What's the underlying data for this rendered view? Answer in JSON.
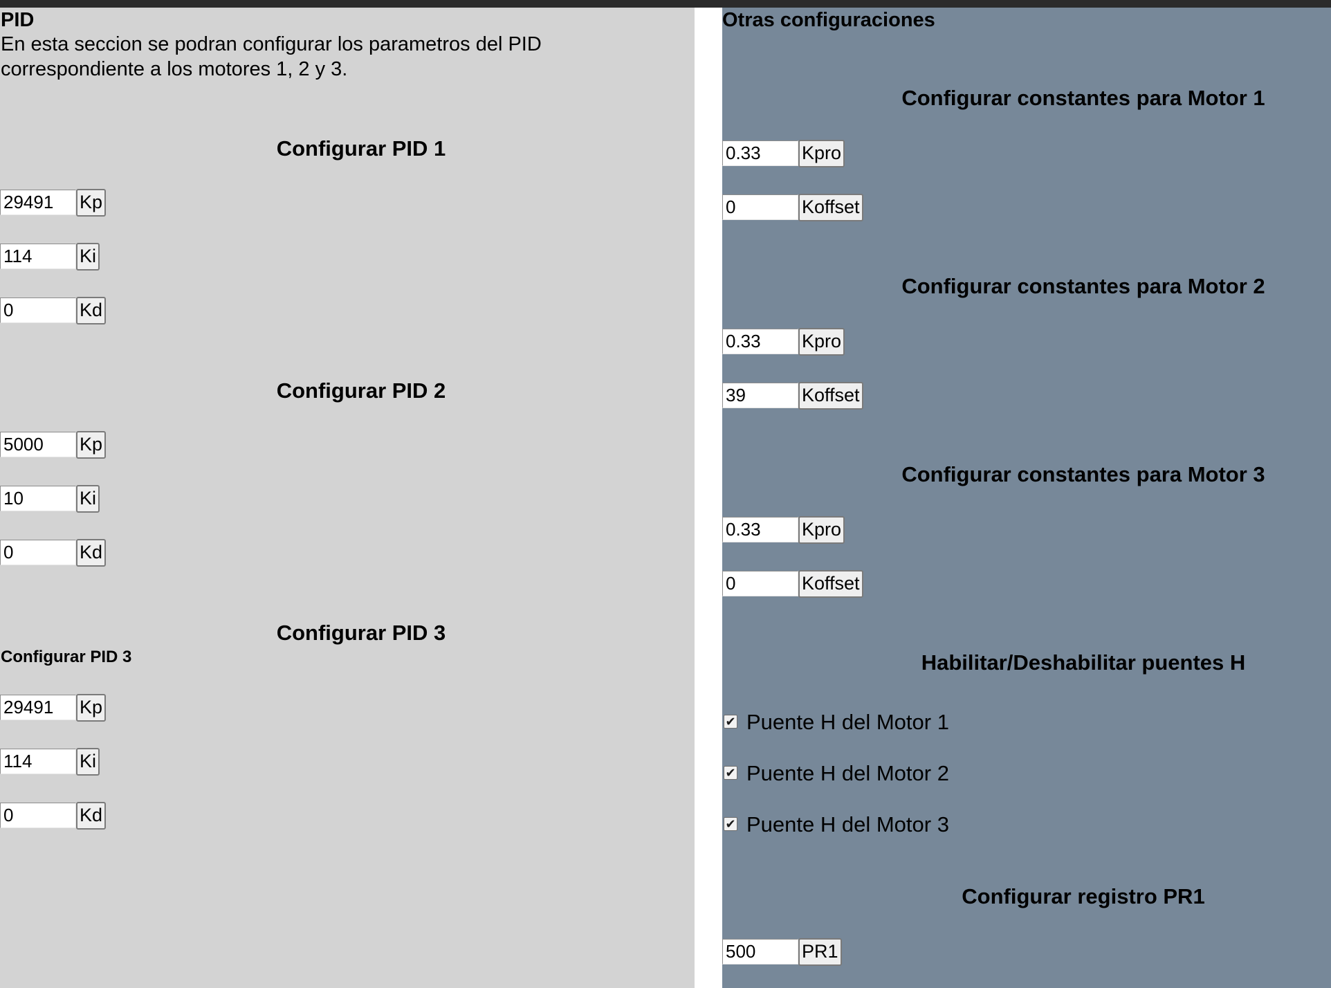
{
  "pid_section": {
    "title": "PID",
    "description": "En esta seccion se podran configurar los parametros del PID correspondiente a los motores 1, 2 y 3.",
    "pid1": {
      "heading": "Configurar PID 1",
      "kp": {
        "value": "29491",
        "label": "Kp"
      },
      "ki": {
        "value": "114",
        "label": "Ki"
      },
      "kd": {
        "value": "0",
        "label": "Kd"
      }
    },
    "pid2": {
      "heading": "Configurar PID 2",
      "kp": {
        "value": "5000",
        "label": "Kp"
      },
      "ki": {
        "value": "10",
        "label": "Ki"
      },
      "kd": {
        "value": "0",
        "label": "Kd"
      }
    },
    "pid3": {
      "heading": "Configurar PID 3",
      "subheading": "Configurar PID 3",
      "kp": {
        "value": "29491",
        "label": "Kp"
      },
      "ki": {
        "value": "114",
        "label": "Ki"
      },
      "kd": {
        "value": "0",
        "label": "Kd"
      }
    }
  },
  "other_section": {
    "title": "Otras configuraciones",
    "motor1": {
      "heading": "Configurar constantes para Motor 1",
      "kpro": {
        "value": "0.33",
        "label": "Kpro"
      },
      "koffset": {
        "value": "0",
        "label": "Koffset"
      }
    },
    "motor2": {
      "heading": "Configurar constantes para Motor 2",
      "kpro": {
        "value": "0.33",
        "label": "Kpro"
      },
      "koffset": {
        "value": "39",
        "label": "Koffset"
      }
    },
    "motor3": {
      "heading": "Configurar constantes para Motor 3",
      "kpro": {
        "value": "0.33",
        "label": "Kpro"
      },
      "koffset": {
        "value": "0",
        "label": "Koffset"
      }
    },
    "bridges": {
      "heading": "Habilitar/Deshabilitar puentes H",
      "items": [
        {
          "label": "Puente H del Motor 1",
          "checked": true,
          "mark": "✔"
        },
        {
          "label": "Puente H del Motor 2",
          "checked": true,
          "mark": "✔"
        },
        {
          "label": "Puente H del Motor 3",
          "checked": true,
          "mark": "✔"
        }
      ]
    },
    "pr1": {
      "heading": "Configurar registro PR1",
      "value": "500",
      "label": "PR1"
    }
  },
  "colors": {
    "left_panel": "#d3d3d3",
    "right_panel": "#778899",
    "top_bar": "#2b2b2b"
  }
}
